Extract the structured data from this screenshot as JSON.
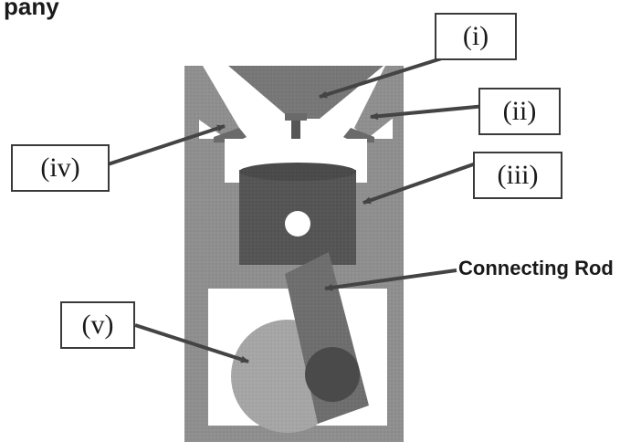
{
  "header": {
    "partial_text": "pany"
  },
  "labels": {
    "i": "(i)",
    "ii": "(ii)",
    "iii": "(iii)",
    "iv": "(iv)",
    "v": "(v)",
    "connecting_rod": "Connecting Rod"
  },
  "colors": {
    "block": "#8f8f8f",
    "chamber": "#ffffff",
    "piston": "#555555",
    "cylinder_head": "#777777",
    "rod": "#6e6e6e",
    "crank": "#a6a6a6",
    "crank_pin": "#4a4a4a",
    "arrow": "#444444"
  }
}
